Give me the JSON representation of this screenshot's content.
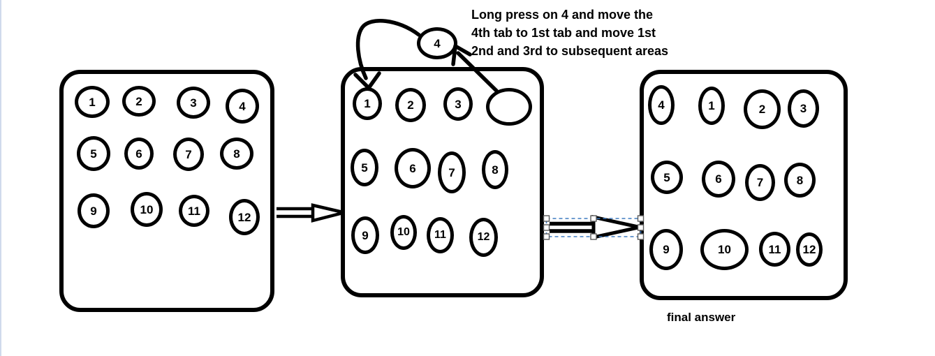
{
  "instruction": {
    "line1": "Long press on 4 and move the",
    "line2": "4th tab to 1st tab and move 1st",
    "line3": "2nd and 3rd to subsequent areas"
  },
  "final_caption": "final answer",
  "panels": {
    "initial": {
      "tabs": [
        "1",
        "2",
        "3",
        "4",
        "5",
        "6",
        "7",
        "8",
        "9",
        "10",
        "11",
        "12"
      ]
    },
    "transition": {
      "floating_tab": "4",
      "tabs": [
        "1",
        "2",
        "3",
        "",
        "5",
        "6",
        "7",
        "8",
        "9",
        "10",
        "11",
        "12"
      ]
    },
    "final": {
      "tabs": [
        "4",
        "1",
        "2",
        "3",
        "5",
        "6",
        "7",
        "8",
        "9",
        "10",
        "11",
        "12"
      ]
    }
  },
  "colors": {
    "ink": "#000000",
    "background": "#ffffff",
    "selection_dash_blue": "#3f7bc0",
    "handle_fill": "#ffffff",
    "handle_border": "#595959"
  }
}
